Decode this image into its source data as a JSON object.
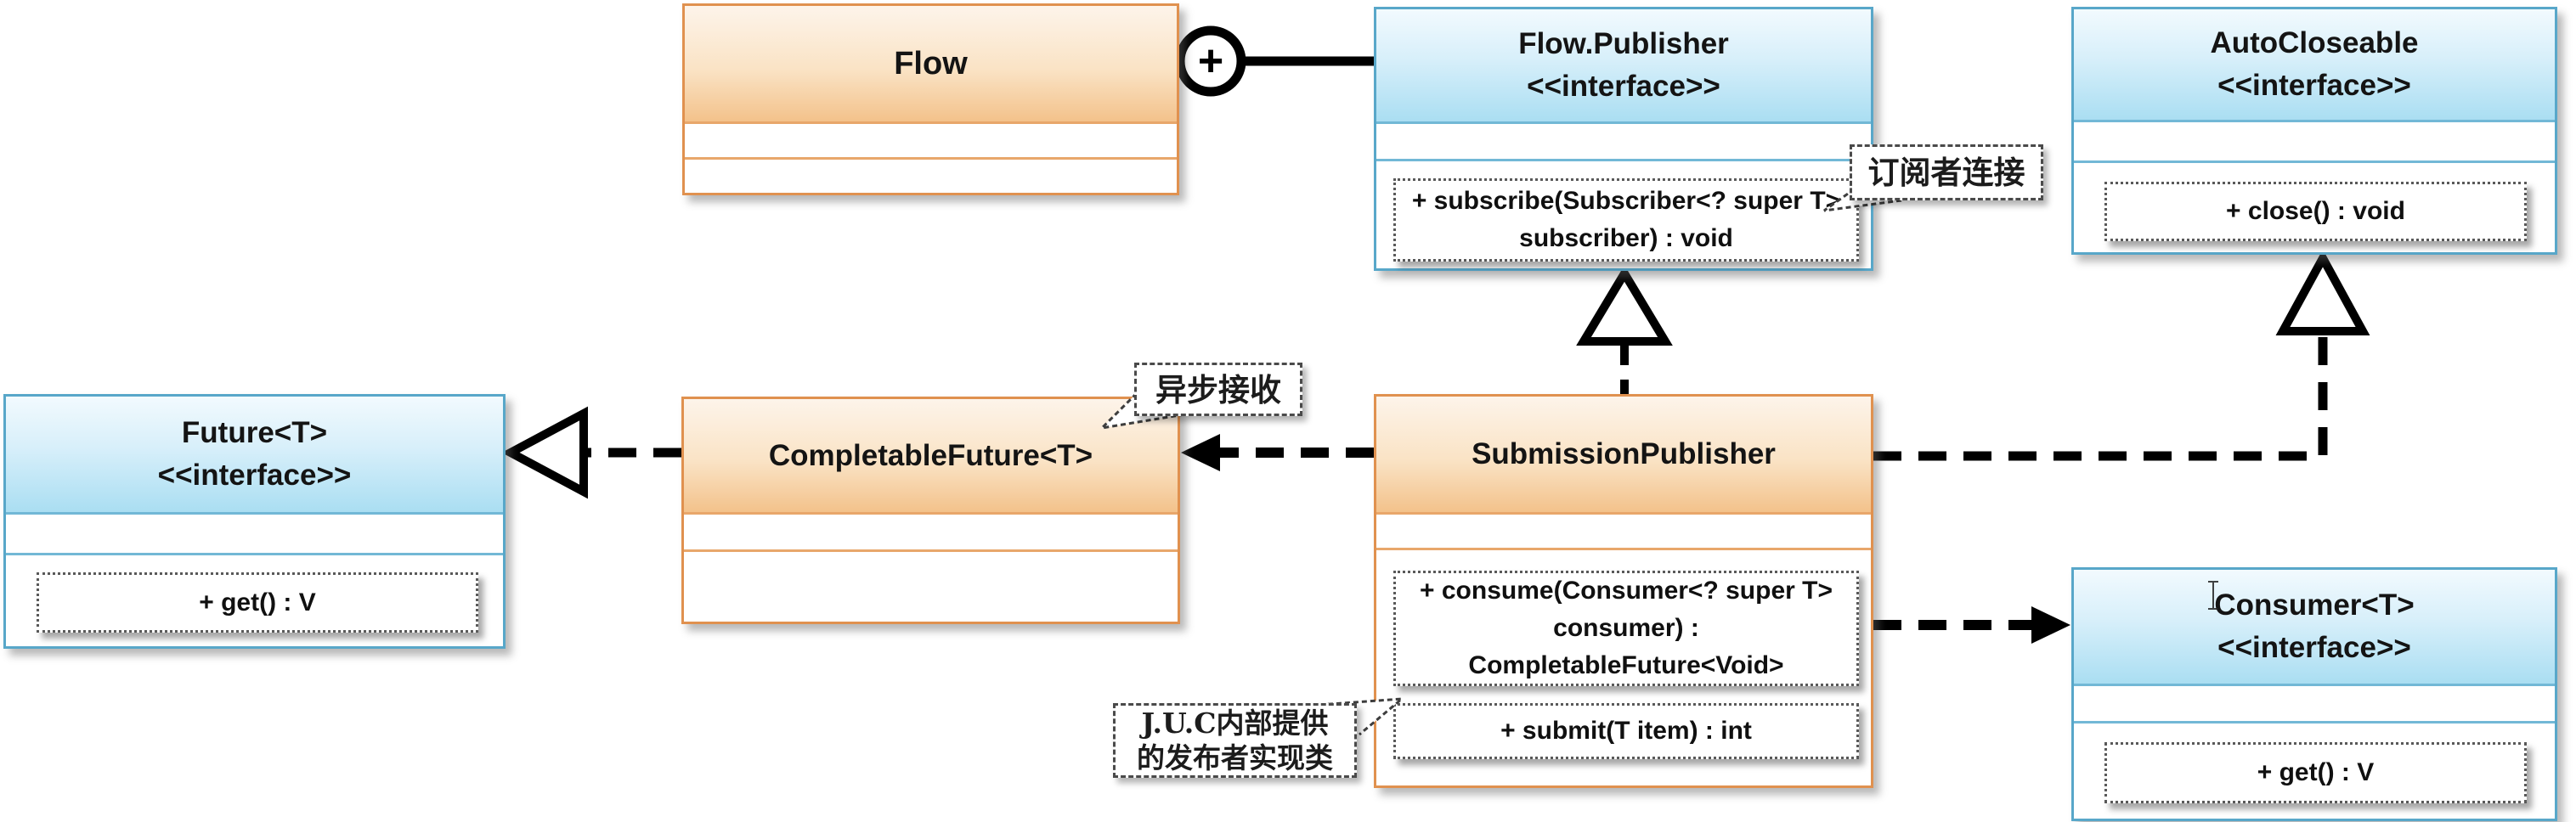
{
  "diagram": {
    "title": "Java Flow API UML class diagram",
    "classes": [
      {
        "id": "flow",
        "name": "Flow",
        "stereotype": "",
        "methods": []
      },
      {
        "id": "flow-publisher",
        "name": "Flow.Publisher",
        "stereotype": "<<interface>>",
        "methods": [
          "+ subscribe(Subscriber<? super T> subscriber) : void"
        ]
      },
      {
        "id": "autocloseable",
        "name": "AutoCloseable",
        "stereotype": "<<interface>>",
        "methods": [
          "+ close() : void"
        ]
      },
      {
        "id": "future",
        "name": "Future<T>",
        "stereotype": "<<interface>>",
        "methods": [
          "+ get() : V"
        ]
      },
      {
        "id": "completable-future",
        "name": "CompletableFuture<T>",
        "stereotype": "",
        "methods": []
      },
      {
        "id": "submission-publisher",
        "name": "SubmissionPublisher",
        "stereotype": "",
        "methods": [
          "+ consume(Consumer<? super T> consumer) : CompletableFuture<Void>",
          "+ submit(T item) : int"
        ]
      },
      {
        "id": "consumer",
        "name": "Consumer<T>",
        "stereotype": "<<interface>>",
        "methods": [
          "+ get() : V"
        ]
      }
    ],
    "annotations": {
      "subscriber_connect": "订阅者连接",
      "async_receive": "异步接收",
      "juc_line1": "J.U.C内部提供",
      "juc_line2": "的发布者实现类"
    },
    "icons": {
      "containment_plus": "+"
    },
    "colors": {
      "orange_border": "#e0914f",
      "orange_fill_bottom": "#f3c28b",
      "blue_border": "#58a7c9",
      "blue_fill_bottom": "#aadef2",
      "connector": "#000000",
      "callout_border": "#4a4a4a"
    }
  }
}
